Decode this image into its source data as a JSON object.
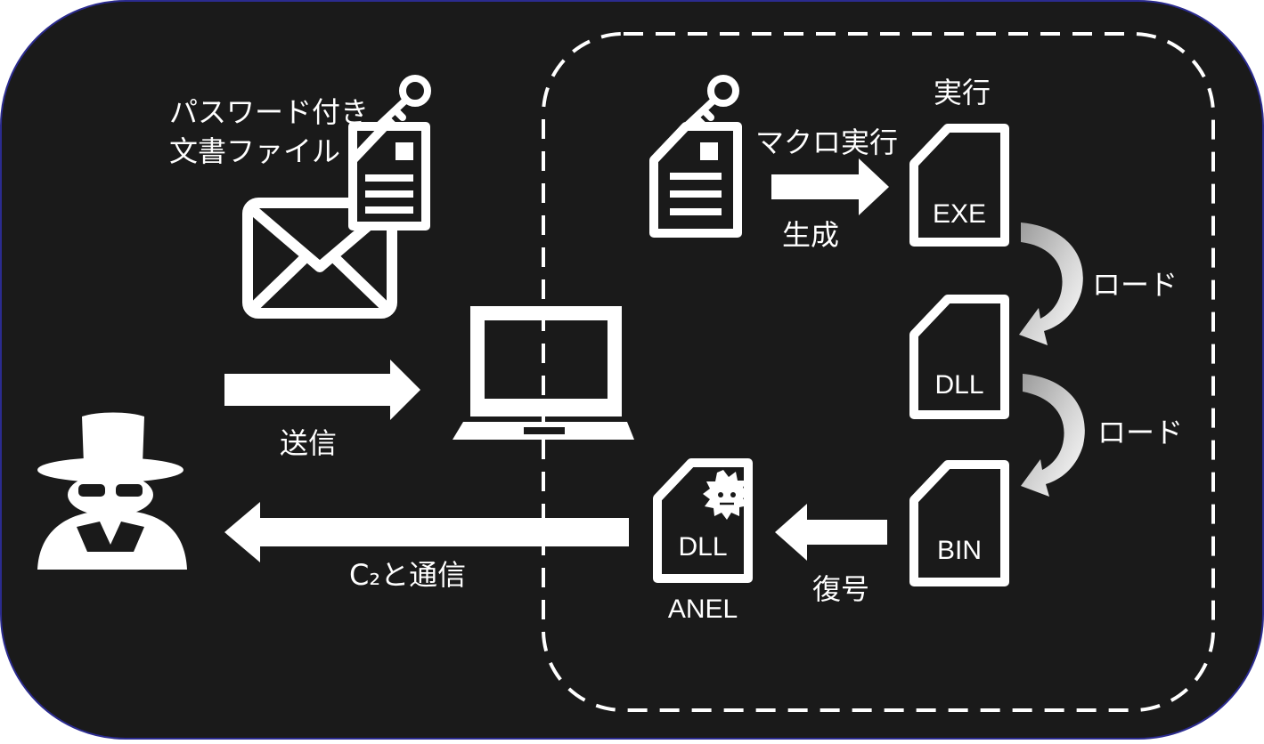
{
  "colors": {
    "background": "#1a1a1a",
    "border": "#2b2b8f",
    "foreground": "#ffffff",
    "curve_arrow": "#c8c8c8"
  },
  "icons": [
    "spy-icon",
    "envelope-icon",
    "key-icon",
    "document-icon",
    "laptop-icon",
    "file-icon",
    "malware-virus-icon",
    "arrow-icon",
    "curved-arrow-icon"
  ],
  "labels": {
    "doc_line1": "パスワード付き",
    "doc_line2": "文書ファイル",
    "send": "送信",
    "c2": "C₂と通信",
    "macro": "マクロ実行",
    "generate": "生成",
    "execute": "実行",
    "load1": "ロード",
    "load2": "ロード",
    "decrypt": "復号",
    "anel": "ANEL"
  },
  "files": {
    "exe": "EXE",
    "dll1": "DLL",
    "bin": "BIN",
    "dll2": "DLL"
  }
}
